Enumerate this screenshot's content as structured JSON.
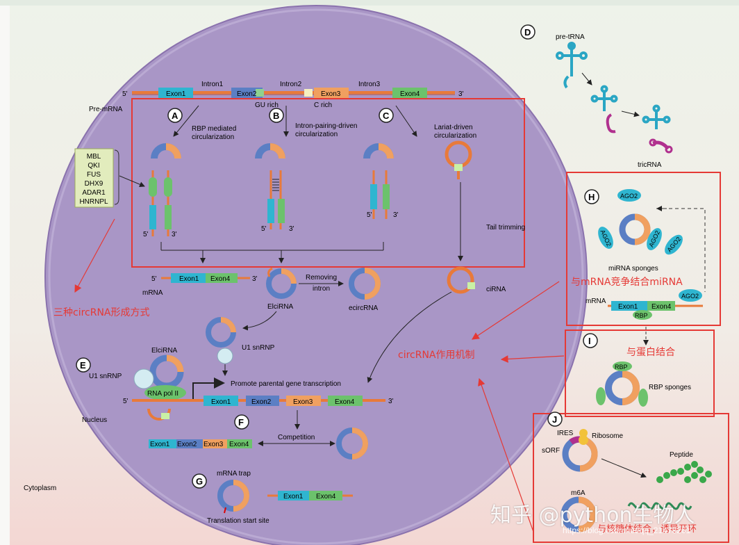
{
  "labels": {
    "five_prime": "5'",
    "three_prime": "3'",
    "pre_mrna": "Pre-mRNA",
    "exon1": "Exon1",
    "exon2": "Exon2",
    "exon3": "Exon3",
    "exon4": "Exon4",
    "intron1": "Intron1",
    "intron2": "Intron2",
    "intron3": "Intron3",
    "gu_rich": "GU rich",
    "c_rich": "C rich",
    "rbp": "RBP",
    "a_label": "A",
    "b_label": "B",
    "c_label": "C",
    "d_label": "D",
    "e_label": "E",
    "f_label": "F",
    "g_label": "G",
    "h_label": "H",
    "i_label": "I",
    "j_label": "J",
    "a_title_1": "RBP mediated",
    "a_title_2": "circularization",
    "b_title_1": "Intron-pairing-driven",
    "b_title_2": "circularization",
    "c_title_1": "Lariat-driven",
    "c_title_2": "circularization",
    "tail_trimming": "Tail trimming",
    "mrna": "mRNA",
    "removing_intron_1": "Removing",
    "removing_intron_2": "intron",
    "elcirna": "ElciRNA",
    "ecircrna": "ecircRNA",
    "cirna": "ciRNA",
    "u1_snrnp": "U1 snRNP",
    "rna_pol_ii": "RNA pol II",
    "promote": "Promote parental gene transcription",
    "competition": "Competition",
    "nucleus": "Nucleus",
    "cytoplasm": "Cytoplasm",
    "mrna_trap": "mRNA trap",
    "translation_start_site": "Translation start site",
    "pre_trna": "pre-tRNA",
    "tricrna": "tricRNA",
    "ago2": "AGO2",
    "mirna_sponges": "miRNA sponges",
    "rbp_sponges": "RBP sponges",
    "ires": "IRES",
    "ribosome": "Ribosome",
    "sorf": "sORF",
    "peptide": "Peptide",
    "m6a": "m6A"
  },
  "proteins": [
    "MBL",
    "QKI",
    "FUS",
    "DHX9",
    "ADAR1",
    "HNRNPL"
  ],
  "annotations": {
    "formation": "三种circRNA形成方式",
    "mechanism": "circRNA作用机制",
    "mirna_compete": "与mRNA竞争结合miRNA",
    "protein_bind": "与蛋白结合",
    "ribosome_bind": "与核糖体结合，诱导开环"
  },
  "watermark": {
    "main": "知乎 @python生物人",
    "url": "https://blog.csdn.net/qq_21478261"
  },
  "colors": {
    "exon1": "#2fb5d0",
    "exon2": "#5b7fc4",
    "exon3": "#f0a060",
    "exon4": "#6cc26c",
    "intron": "#e87a3a",
    "nucleus": "#a48fc0",
    "annotation_red": "#e53935",
    "trna": "#2aa6c4",
    "tricrna": "#b0308e"
  }
}
